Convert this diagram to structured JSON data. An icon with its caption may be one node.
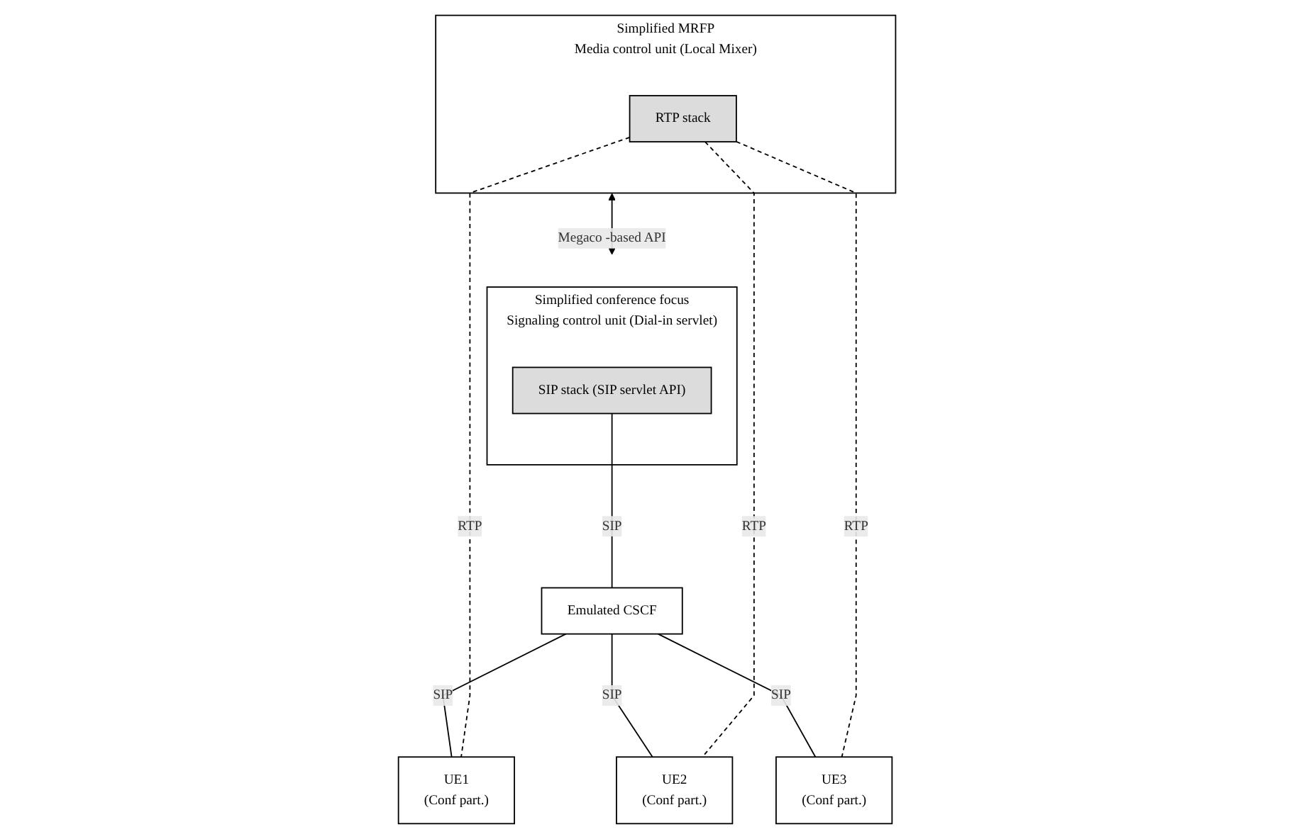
{
  "diagram": {
    "nodes": [
      {
        "text": [
          "Simplified MRFP",
          "Media control unit (Local Mixer)"
        ]
      },
      {
        "text": [
          "RTP stack"
        ],
        "in": 0
      },
      {
        "text": [
          "Simplified conference focus",
          "Signaling control unit (Dial-in servlet)"
        ]
      },
      {
        "text": [
          "SIP stack (SIP servlet API)"
        ],
        "in": 2
      },
      {
        "text": [
          "Emulated CSCF"
        ]
      },
      {
        "text": [
          "UE1",
          "(Conf part.)"
        ]
      },
      {
        "text": [
          "UE2",
          "(Conf part.)"
        ]
      },
      {
        "text": [
          "UE3",
          "(Conf part.)"
        ]
      }
    ],
    "edges": [
      {
        "from": 0,
        "to": 2,
        "arrow": "both",
        "label": "Megaco -based API"
      },
      {
        "from": 3,
        "to": 4,
        "arrow": "none",
        "label": "SIP"
      },
      {
        "from": 4,
        "to": 5,
        "arrow": "none",
        "label": "SIP"
      },
      {
        "from": 4,
        "to": 6,
        "arrow": "none",
        "label": "SIP"
      },
      {
        "from": 4,
        "to": 7,
        "arrow": "none",
        "label": "SIP"
      },
      {
        "from": 1,
        "to": 5,
        "arrow": "none",
        "label": "RTP",
        "style": "dashed"
      },
      {
        "from": 1,
        "to": 6,
        "arrow": "none",
        "label": "RTP",
        "style": "dashed"
      },
      {
        "from": 1,
        "to": 7,
        "arrow": "none",
        "label": "RTP",
        "style": "dashed"
      }
    ]
  }
}
